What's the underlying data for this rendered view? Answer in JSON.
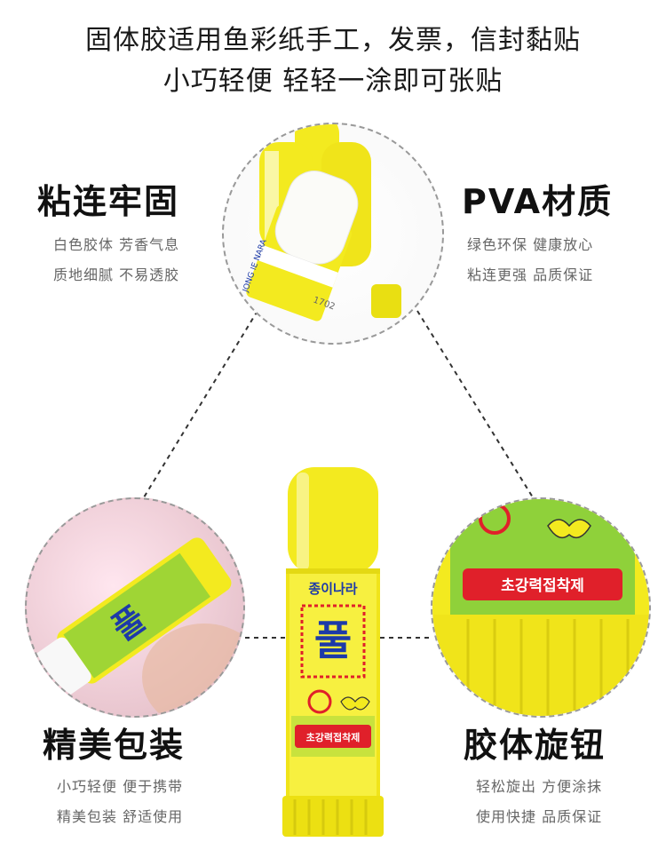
{
  "header": {
    "line1": "固体胶适用鱼彩纸手工，发票，信封黏贴",
    "line2": "小巧轻便  轻轻一涂即可张贴"
  },
  "features": {
    "top_left": {
      "title": "粘连牢固",
      "line1": "白色胶体  芳香气息",
      "line2": "质地细腻  不易透胶"
    },
    "top_right": {
      "title": "PVA材质",
      "line1": "绿色环保  健康放心",
      "line2": "粘连更强  品质保证"
    },
    "bottom_left": {
      "title": "精美包装",
      "line1": "小巧轻便  便于携带",
      "line2": "精美包装  舒适使用"
    },
    "bottom_right": {
      "title": "胶体旋钮",
      "line1": "轻松旋出  方便涂抹",
      "line2": "使用快捷  品质保证"
    }
  },
  "product": {
    "brand": "종이나라",
    "name": "풀",
    "tagline": "초강력접착제",
    "side_brand": "JONG IE NARA",
    "stamp": "1702"
  },
  "colors": {
    "stick_yellow": "#f3ea1f",
    "label_green": "#8fd13a",
    "accent_red": "#e0202a",
    "accent_blue": "#1d3aa8"
  }
}
